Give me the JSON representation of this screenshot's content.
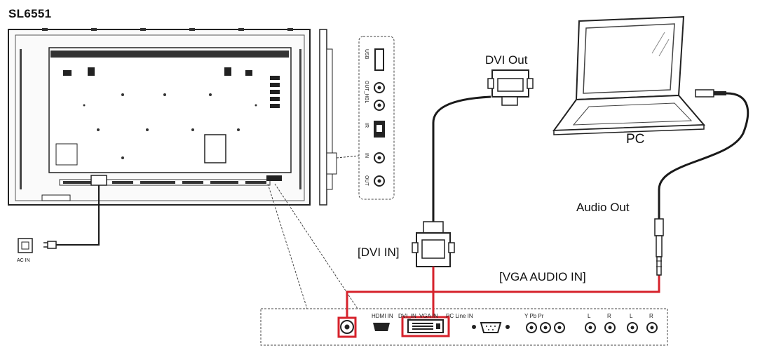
{
  "model": "SL6551",
  "labels": {
    "dvi_out": "DVI Out",
    "pc": "PC",
    "audio_out": "Audio Out",
    "dvi_in": "[DVI IN]",
    "vga_audio_in": "[VGA AUDIO IN]",
    "ac_in": "AC IN"
  },
  "side_ports": {
    "usb": "USB",
    "ir": "IR",
    "out_hbl": "OUT_HBL",
    "in": "IN",
    "out": "OUT"
  },
  "panel_ports": {
    "hdmi_in": "HDMI IN",
    "dvi_in": "DVI_IN",
    "vga_in": "VGA IN",
    "pc_line_in": "PC Line IN",
    "ypbpr": "Y Pb Pr",
    "l1": "L",
    "r1": "R",
    "l2": "L",
    "r2": "R"
  },
  "colors": {
    "cable": "#1a1a1a",
    "audio_link": "#d6222b",
    "highlight": "#d6222b"
  }
}
